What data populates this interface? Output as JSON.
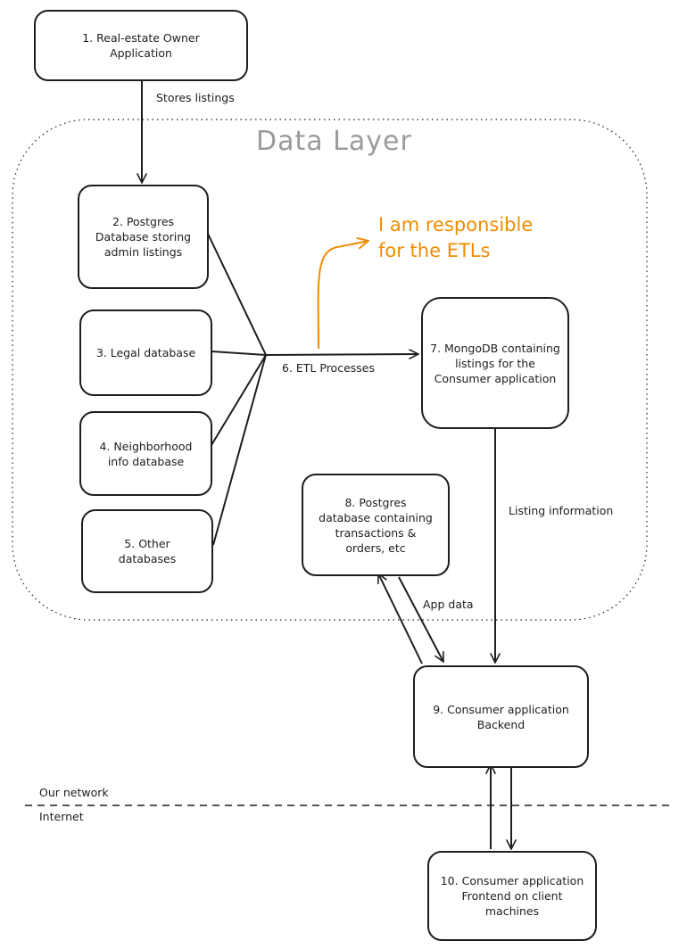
{
  "data_layer": {
    "title": "Data Layer"
  },
  "nodes": {
    "n1": "1. Real-estate Owner\nApplication",
    "n2": "2. Postgres\nDatabase storing\nadmin listings",
    "n3": "3. Legal database",
    "n4": "4. Neighborhood\ninfo database",
    "n5": "5. Other\ndatabases",
    "n7": "7. MongoDB containing\nlistings for the\nConsumer application",
    "n8": "8. Postgres\ndatabase containing\ntransactions &\norders, etc",
    "n9": "9. Consumer application\nBackend",
    "n10": "10. Consumer application\nFrontend on client\nmachines"
  },
  "edge_labels": {
    "stores_listings": "Stores listings",
    "etl_processes": "6. ETL Processes",
    "listing_information": "Listing information",
    "app_data": "App data"
  },
  "annotation": {
    "text": "I am responsible\nfor the ETLs",
    "color": "#f08c00"
  },
  "network": {
    "upper": "Our network",
    "lower": "Internet"
  }
}
